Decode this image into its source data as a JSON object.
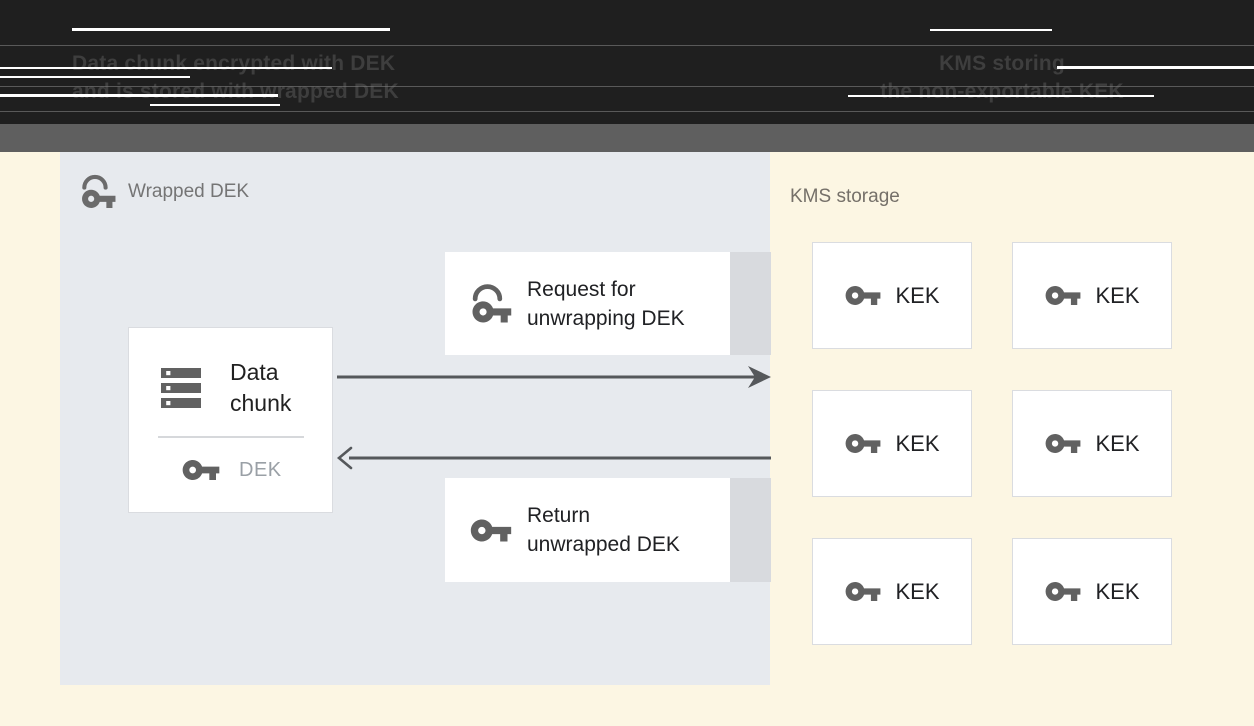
{
  "header": {
    "left_caption": [
      "Data chunk encrypted with DEK",
      "and is stored with wrapped DEK"
    ],
    "right_caption": [
      "KMS storing",
      "the non-exportable KEK"
    ]
  },
  "diagram": {
    "wrapped_zone": {
      "label": "Wrapped DEK",
      "icon": "wrapped-key-icon"
    },
    "data_chunk_card": {
      "title": [
        "Data",
        "chunk"
      ],
      "icon": "data-chunk-stack-icon",
      "dek": {
        "label": "DEK",
        "icon": "key-icon"
      }
    },
    "request_box": {
      "lines": [
        "Request for",
        "unwrapping DEK"
      ],
      "icon": "wrapped-key-icon"
    },
    "return_box": {
      "lines": [
        "Return",
        "unwrapped DEK"
      ],
      "icon": "key-icon"
    },
    "arrows": [
      {
        "name": "request-arrow",
        "direction": "right",
        "from": "data-chunk-card",
        "to": "kms-storage"
      },
      {
        "name": "return-arrow",
        "direction": "left",
        "from": "kms-storage",
        "to": "data-chunk-card"
      }
    ],
    "kms_zone": {
      "label": "KMS storage",
      "kek_cards": [
        {
          "label": "KEK",
          "icon": "key-icon"
        },
        {
          "label": "KEK",
          "icon": "key-icon"
        },
        {
          "label": "KEK",
          "icon": "key-icon"
        },
        {
          "label": "KEK",
          "icon": "key-icon"
        },
        {
          "label": "KEK",
          "icon": "key-icon"
        },
        {
          "label": "KEK",
          "icon": "key-icon"
        }
      ]
    }
  },
  "colors": {
    "header_bg": "#1f1f1f",
    "header_text": "#3e3e3e",
    "window_strip": "#5f5f5f",
    "background": "#fcf6e3",
    "wrapped_zone_bg": "#e7eaee",
    "box_tail_bg": "#d8dade",
    "card_border": "#dadce0",
    "icon_gray": "#616161",
    "text_dark": "#202124",
    "text_muted": "#757575",
    "dek_text": "#9aa0a6",
    "arrow": "#55585b"
  }
}
